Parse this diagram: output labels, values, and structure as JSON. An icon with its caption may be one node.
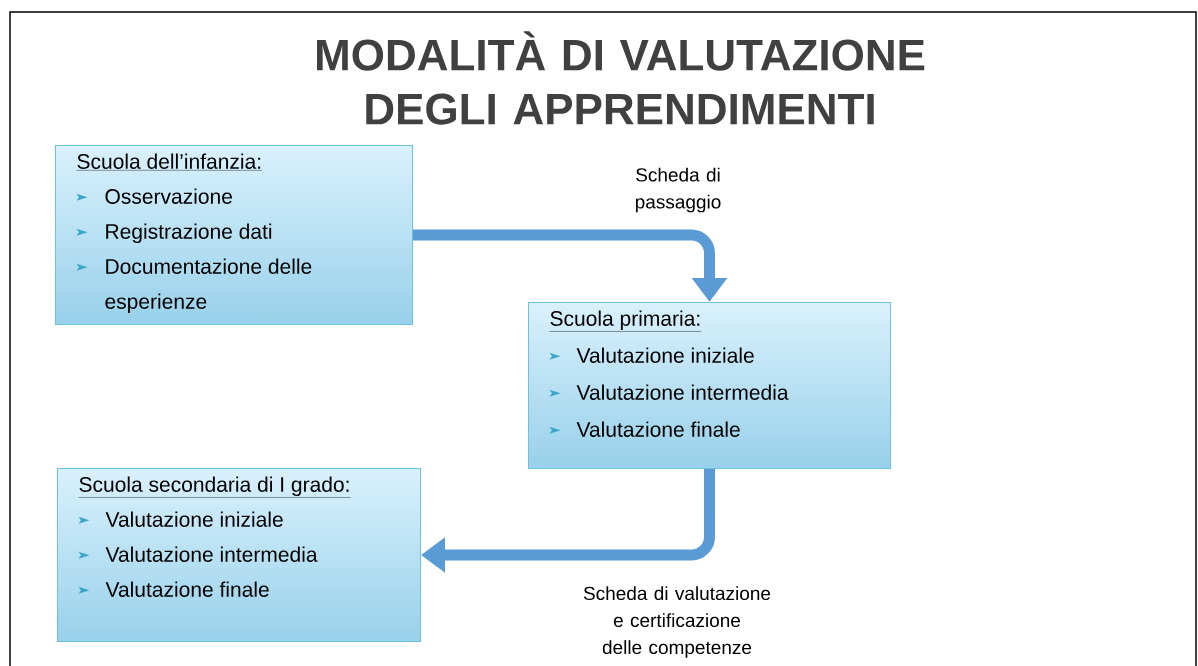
{
  "diagram": {
    "title": "MODALITÀ DI VALUTAZIONE DEGLI APPRENDIMENTI",
    "nodes": [
      {
        "text": [
          "Scuola dell’infanzia:",
          "Osservazione",
          "Registrazione dati",
          "Documentazione delle esperienze"
        ]
      },
      {
        "text": [
          "Scuola primaria:",
          "Valutazione iniziale",
          "Valutazione intermedia",
          "Valutazione finale"
        ]
      },
      {
        "text": [
          "Scuola secondaria di I grado:",
          "Valutazione iniziale",
          "Valutazione intermedia",
          "Valutazione finale"
        ]
      }
    ],
    "edges": [
      {
        "from": 0,
        "to": 1,
        "arrow": "to",
        "label": "Scheda di passaggio"
      },
      {
        "from": 1,
        "to": 2,
        "arrow": "to",
        "label": "Scheda di valutazione e certificazione delle competenze"
      }
    ]
  }
}
